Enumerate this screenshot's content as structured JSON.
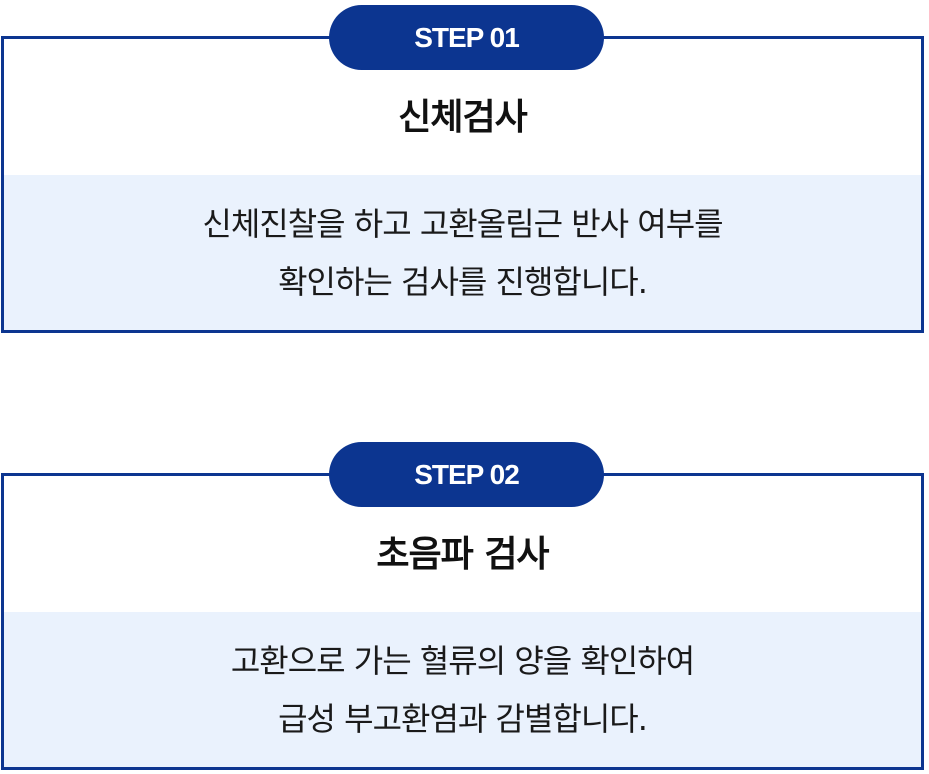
{
  "steps": [
    {
      "badge": "STEP 01",
      "title": "신체검사",
      "desc_line1": "신체진찰을 하고 고환올림근 반사 여부를",
      "desc_line2": "확인하는 검사를 진행합니다."
    },
    {
      "badge": "STEP 02",
      "title": "초음파 검사",
      "desc_line1": "고환으로 가는 혈류의 양을 확인하여",
      "desc_line2": "급성 부고환염과 감별합니다."
    }
  ],
  "colors": {
    "accent": "#0c3590",
    "desc_background": "#eaf2fd",
    "title_text": "#111111"
  }
}
